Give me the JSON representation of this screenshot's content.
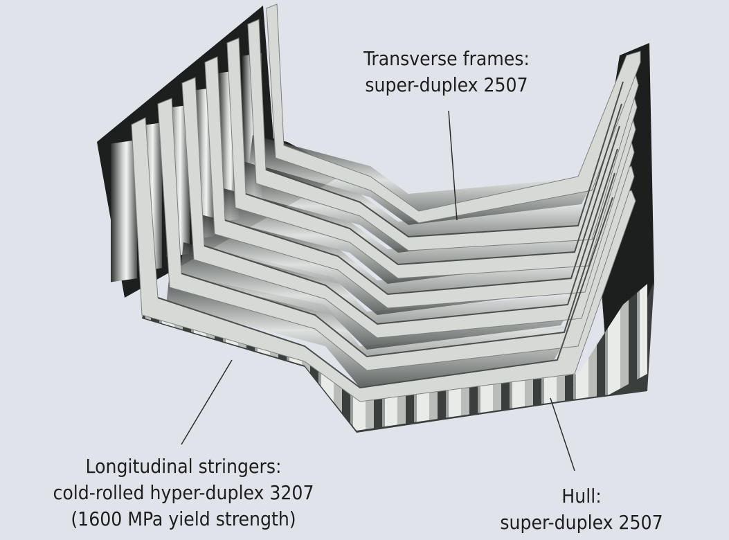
{
  "diagram": {
    "labels": {
      "transverse_frames": {
        "line1": "Transverse frames:",
        "line2": "super-duplex 2507"
      },
      "longitudinal_stringers": {
        "line1": "Longitudinal stringers:",
        "line2": "cold-rolled hyper-duplex 3207",
        "line3": "(1600 MPa yield strength)"
      },
      "hull": {
        "line1": "Hull:",
        "line2": "super-duplex 2507"
      }
    },
    "colors": {
      "background": "#e0e4ea",
      "frame_face": "#d6d9d6",
      "dark_shadow": "#1c1f1e",
      "stringer_mid": "#8a8e8c",
      "leader_line": "#2a2a2a",
      "text": "#1e1e1e"
    }
  }
}
